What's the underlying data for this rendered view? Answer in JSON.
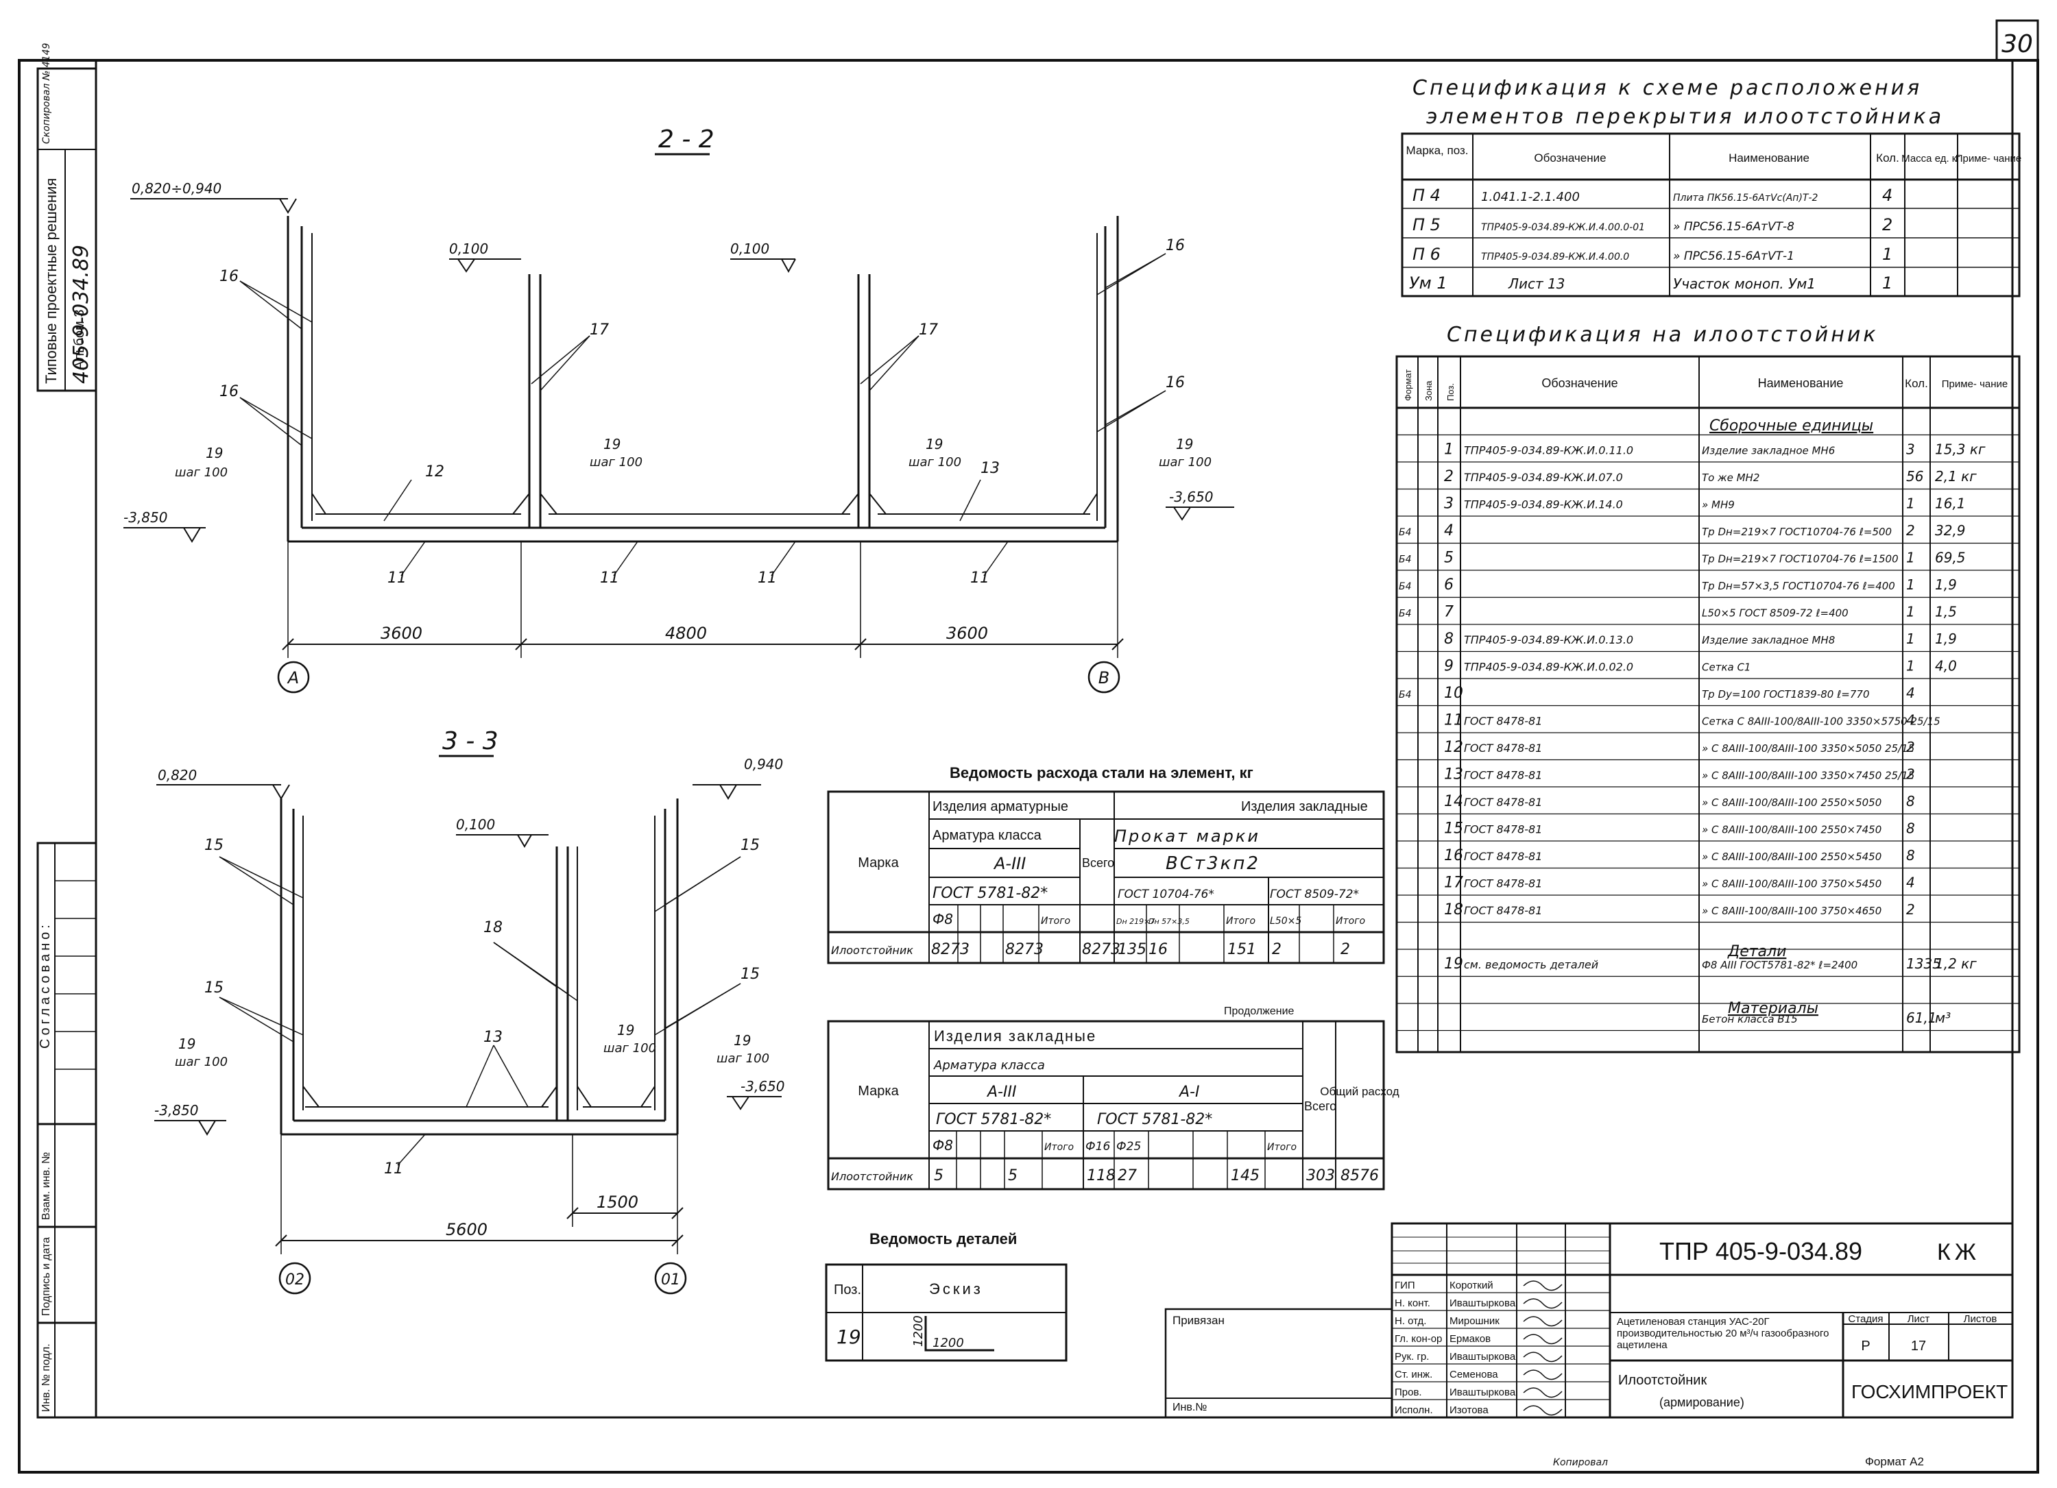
{
  "sheet_number": "30",
  "side_stamp": {
    "header": "Типовые проектные решения",
    "code": "405-9-034.89",
    "album": "Альбом 3",
    "corner": "Скопировал № 4149"
  },
  "left_strip": {
    "agreed": "Согласовано:",
    "inv_replace": "Взам. инв. №",
    "sign_date": "Подпись и дата",
    "inv_orig": "Инв. № подл."
  },
  "section_2_2": {
    "title": "2 - 2",
    "levels": [
      "0,820÷0,940",
      "0,100",
      "0,100",
      "-3,850",
      "-3,650"
    ],
    "labels": [
      "16",
      "16",
      "17",
      "17",
      "16",
      "16",
      "19",
      "шаг 100",
      "12",
      "19",
      "шаг 100",
      "19",
      "шаг 100",
      "13",
      "19",
      "шаг 100",
      "11",
      "11",
      "11",
      "11"
    ],
    "dims": [
      "3600",
      "4800",
      "3600"
    ],
    "axes": [
      "А",
      "В"
    ]
  },
  "section_3_3": {
    "title": "3 - 3",
    "levels": [
      "0,820",
      "0,100",
      "0,940",
      "-3,850",
      "-3,650"
    ],
    "labels": [
      "15",
      "15",
      "15",
      "15",
      "18",
      "19",
      "шаг 100",
      "13",
      "19",
      "шаг 100",
      "19",
      "шаг 100",
      "11"
    ],
    "dims": [
      "1500",
      "5600"
    ],
    "axes": [
      "02",
      "01"
    ]
  },
  "spec_layout": {
    "title1": "Спецификация к схеме расположения",
    "title2": "элементов перекрытия илоотстойника",
    "headers": [
      "Марка, поз.",
      "Обозначение",
      "Наименование",
      "Кол.",
      "Масса ед. кг",
      "Приме- чание"
    ],
    "rows": [
      [
        "П 4",
        "1.041.1-2.1.400",
        "Плита ПК56.15-6АтVс(Ап)Т-2",
        "4",
        "",
        ""
      ],
      [
        "П 5",
        "ТПР405-9-034.89-КЖ.И.4.00.0-01",
        "» ПРС56.15-6АтVТ-8",
        "2",
        "",
        ""
      ],
      [
        "П 6",
        "ТПР405-9-034.89-КЖ.И.4.00.0",
        "» ПРС56.15-6АтVТ-1",
        "1",
        "",
        ""
      ],
      [
        "Ум 1",
        "Лист 13",
        "Участок моноп. Ум1",
        "1",
        "",
        ""
      ]
    ]
  },
  "spec_tank": {
    "title": "Спецификация на илоотстойник",
    "headers": [
      "Формат",
      "Зона",
      "Поз.",
      "Обозначение",
      "Наименование",
      "Кол.",
      "Приме- чание"
    ],
    "groups": {
      "assembly": "Сборочные единицы",
      "details": "Детали",
      "materials": "Материалы"
    },
    "rows": [
      [
        "",
        "1",
        "ТПР405-9-034.89-КЖ.И.0.11.0",
        "Изделие закладное МН6",
        "3",
        "15,3 кг"
      ],
      [
        "",
        "2",
        "ТПР405-9-034.89-КЖ.И.07.0",
        "То же МН2",
        "56",
        "2,1 кг"
      ],
      [
        "",
        "3",
        "ТПР405-9-034.89-КЖ.И.14.0",
        "» МН9",
        "1",
        "16,1"
      ],
      [
        "Б4",
        "4",
        "",
        "Тр Dн=219×7 ГОСТ10704-76 ℓ=500",
        "2",
        "32,9"
      ],
      [
        "Б4",
        "5",
        "",
        "Тр Dн=219×7 ГОСТ10704-76 ℓ=1500",
        "1",
        "69,5"
      ],
      [
        "Б4",
        "6",
        "",
        "Тр Dн=57×3,5 ГОСТ10704-76 ℓ=400",
        "1",
        "1,9"
      ],
      [
        "Б4",
        "7",
        "",
        "L50×5 ГОСТ 8509-72 ℓ=400",
        "1",
        "1,5"
      ],
      [
        "",
        "8",
        "ТПР405-9-034.89-КЖ.И.0.13.0",
        "Изделие закладное МН8",
        "1",
        "1,9"
      ],
      [
        "",
        "9",
        "ТПР405-9-034.89-КЖ.И.0.02.0",
        "Сетка С1",
        "1",
        "4,0"
      ],
      [
        "Б4",
        "10",
        "",
        "Тр Dу=100 ГОСТ1839-80 ℓ=770",
        "4",
        ""
      ],
      [
        "",
        "11",
        "ГОСТ 8478-81",
        "Сетка С 8АIII-100/8АIII-100 3350×5750 25/15",
        "4",
        ""
      ],
      [
        "",
        "12",
        "ГОСТ 8478-81",
        "» С 8АIII-100/8АIII-100 3350×5050 25/15",
        "2",
        ""
      ],
      [
        "",
        "13",
        "ГОСТ 8478-81",
        "» С 8АIII-100/8АIII-100 3350×7450 25/15",
        "2",
        ""
      ],
      [
        "",
        "14",
        "ГОСТ 8478-81",
        "» С 8АIII-100/8АIII-100 2550×5050",
        "8",
        ""
      ],
      [
        "",
        "15",
        "ГОСТ 8478-81",
        "» С 8АIII-100/8АIII-100 2550×7450",
        "8",
        ""
      ],
      [
        "",
        "16",
        "ГОСТ 8478-81",
        "» С 8АIII-100/8АIII-100 2550×5450",
        "8",
        ""
      ],
      [
        "",
        "17",
        "ГОСТ 8478-81",
        "» С 8АIII-100/8АIII-100 3750×5450",
        "4",
        ""
      ],
      [
        "",
        "18",
        "ГОСТ 8478-81",
        "» С 8АIII-100/8АIII-100 3750×4650",
        "2",
        ""
      ],
      [
        "",
        "19",
        "см. ведомость деталей",
        "Ф8 АIII ГОСТ5781-82* ℓ=2400",
        "1335",
        "1,2 кг"
      ],
      [
        "",
        "",
        "",
        "Бетон класса B15",
        "61,1",
        "м³"
      ]
    ]
  },
  "steel_table": {
    "title": "Ведомость расхода стали на элемент, кг",
    "mark": "Марка",
    "reinf_items": "Изделия арматурные",
    "reinf_class": "Арматура класса",
    "a3": "А-III",
    "gost5781": "ГОСТ 5781-82*",
    "phi8": "Ф8",
    "itogo": "Итого",
    "total": "Всего",
    "embedded": "Изделия закладные",
    "profile": "Прокат марки",
    "grade": "ВСт3кп2",
    "gost10704": "ГОСТ 10704-76*",
    "gost8509": "ГОСТ 8509-72*",
    "dn219": "Dн 219×7",
    "dn57": "Dн 57×3,5",
    "l50": "L50×5",
    "row": [
      "Илоотстойник",
      "8273",
      "",
      "",
      "8273",
      "8273",
      "135",
      "16",
      "",
      "151",
      "2",
      "",
      "2"
    ]
  },
  "continuation": {
    "label": "Продолжение",
    "mark": "Марка",
    "embedded": "Изделия закладные",
    "reinf_class": "Арматура класса",
    "a3": "А-III",
    "a1": "А-I",
    "gost1": "ГОСТ 5781-82*",
    "gost2": "ГОСТ 5781-82*",
    "phi8": "Ф8",
    "itogo": "Итого",
    "phi16": "Ф16",
    "phi25": "Ф25",
    "itogo2": "Итого",
    "total": "Всего",
    "total_consumption": "Общий расход",
    "row": [
      "Илоотстойник",
      "5",
      "",
      "",
      "5",
      "118",
      "27",
      "",
      "",
      "145",
      "303",
      "8576"
    ]
  },
  "details_table": {
    "title": "Ведомость деталей",
    "pos": "Поз.",
    "sketch": "Эскиз",
    "row_pos": "19",
    "dim1": "1200",
    "dim2": "1200"
  },
  "title_block": {
    "code": "ТПР 405-9-034.89",
    "mark": "КЖ",
    "roles": [
      "ГИП",
      "Н. конт.",
      "Н. отд.",
      "Гл. кон-ор",
      "Рук. гр.",
      "Ст. инж.",
      "Пров.",
      "Исполн."
    ],
    "names": [
      "Короткий",
      "Иваштыркова",
      "Мирошник",
      "Ермаков",
      "Иваштыркова",
      "Семенова",
      "Иваштыркова",
      "Изотова"
    ],
    "project": "Ацетиленовая станция УАС-20Г производительностью 20 м³/ч газообразного ацетилена",
    "stage_h": "Стадия",
    "sheet_h": "Лист",
    "sheets_h": "Листов",
    "stage": "Р",
    "sheet": "17",
    "sheets": "",
    "drawing": "Илоотстойник",
    "drawing_sub": "(армирование)",
    "org": "ГОСХИМПРОЕКТ",
    "linked": "Привязан",
    "inv": "Инв.№"
  },
  "footer": {
    "copied": "Копировал",
    "format": "Формат А2"
  }
}
